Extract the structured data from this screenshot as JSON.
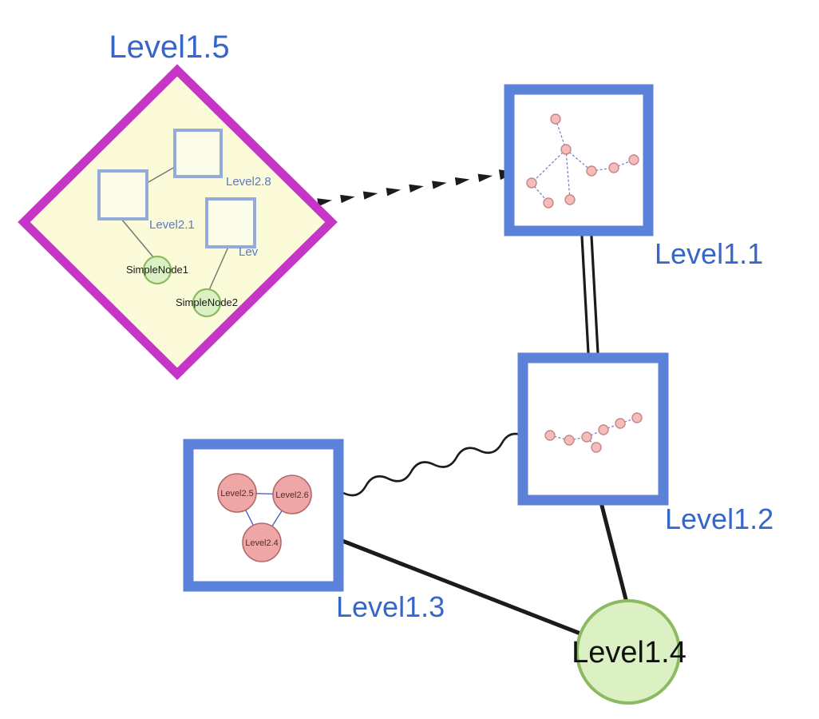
{
  "colors": {
    "label_blue": "#3766cb",
    "small_label_blue": "#5b78c8",
    "square_border_blue": "#5b82d8",
    "diamond_magenta": "#c636c6",
    "diamond_fill": "#fbfbda",
    "inner_square_border": "#94aad8",
    "inner_square_fill": "#fcfcea",
    "green_fill": "#dbf1c4",
    "green_border": "#8cba60",
    "pink_fill": "#efa6a6",
    "pink_border": "#b06868",
    "subnode_fill": "#f5bcbc",
    "subnode_border": "#c98585",
    "inner_edge_blue": "#6b79cf",
    "triangle_edge_blue": "#4353c4",
    "edge_black": "#1b1b1b",
    "gray_edge": "#777777",
    "circle_text": "#5a2a2a"
  },
  "graph": {
    "nodes": {
      "level1_5": {
        "label": "Level1.5",
        "shape": "diamond",
        "children": {
          "level2_8": {
            "label": "Level2.8",
            "shape": "square"
          },
          "level2_1": {
            "label": "Level2.1",
            "shape": "square"
          },
          "level2_trunc": {
            "label": "Lev",
            "shape": "square"
          },
          "simple_node_1": {
            "label": "SimpleNode1",
            "shape": "circle"
          },
          "simple_node_2": {
            "label": "SimpleNode2",
            "shape": "circle"
          }
        }
      },
      "level1_1": {
        "label": "Level1.1",
        "shape": "square",
        "note": "contains small pink-node network with dashed edges"
      },
      "level1_2": {
        "label": "Level1.2",
        "shape": "square",
        "note": "contains small pink-node network with dashed edges"
      },
      "level1_3": {
        "label": "Level1.3",
        "shape": "square",
        "children": {
          "level2_5": {
            "label": "Level2.5",
            "shape": "circle"
          },
          "level2_6": {
            "label": "Level2.6",
            "shape": "circle"
          },
          "level2_4": {
            "label": "Level2.4",
            "shape": "circle"
          }
        }
      },
      "level1_4": {
        "label": "Level1.4",
        "shape": "circle"
      }
    },
    "edges": [
      {
        "from": "Level1.5",
        "to": "Level1.1",
        "style": "dashed-arrowheads"
      },
      {
        "from": "Level1.1",
        "to": "Level1.2",
        "style": "double-line"
      },
      {
        "from": "Level1.3",
        "to": "Level1.2",
        "style": "wavy"
      },
      {
        "from": "Level1.3",
        "to": "Level1.4",
        "style": "solid"
      },
      {
        "from": "Level1.2",
        "to": "Level1.4",
        "style": "solid"
      }
    ],
    "inner_edges_level1_5": [
      {
        "from": "Level2.1",
        "to": "Level2.8"
      },
      {
        "from": "Level2.1",
        "to": "SimpleNode1"
      },
      {
        "from": "Lev",
        "to": "SimpleNode2"
      }
    ],
    "inner_edges_level1_3": [
      {
        "from": "Level2.5",
        "to": "Level2.6"
      },
      {
        "from": "Level2.5",
        "to": "Level2.4"
      },
      {
        "from": "Level2.6",
        "to": "Level2.4"
      }
    ]
  }
}
